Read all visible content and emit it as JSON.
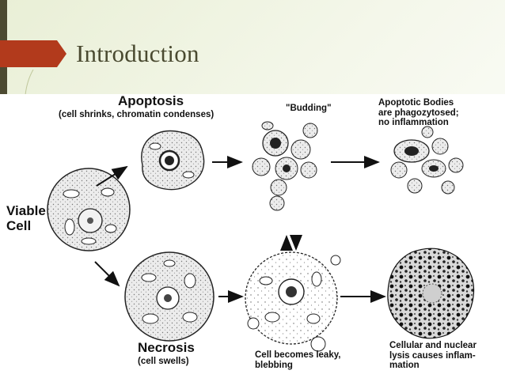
{
  "slide": {
    "title": "Introduction",
    "colors": {
      "accent": "#b23a1c",
      "title_text": "#4a4a30",
      "left_bar": "#4c4a31",
      "background": "#eef2de"
    }
  },
  "diagram": {
    "viable": "Viable\nCell",
    "apoptosis": {
      "heading": "Apoptosis",
      "subtitle": "(cell shrinks, chromatin condenses)",
      "budding": "\"Budding\"",
      "result": "Apoptotic Bodies\nare phagozytosed;\nno inflammation"
    },
    "necrosis": {
      "heading": "Necrosis",
      "subtitle": "(cell swells)",
      "leaky": "Cell becomes leaky,\nblebbing",
      "result": "Cellular and nuclear\nlysis causes inflam-\nmation"
    }
  }
}
